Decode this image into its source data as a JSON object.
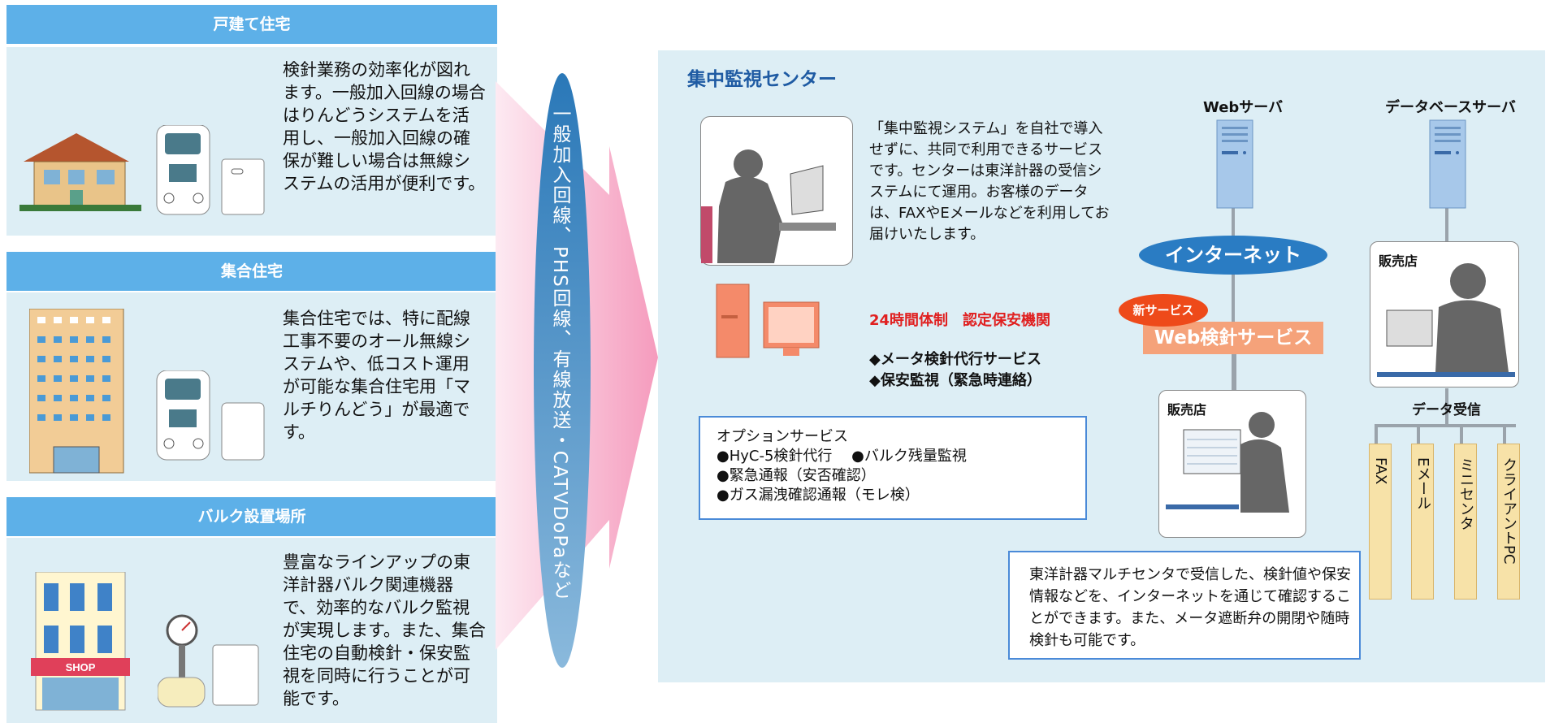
{
  "left_panel": {
    "sections": [
      {
        "title": "戸建て住宅",
        "text": "検針業務の効率化が図れます。一般加入回線の場合はりんどうシステムを活用し、一般加入回線の確保が難しい場合は無線システムの活用が便利です。"
      },
      {
        "title": "集合住宅",
        "text": "集合住宅では、特に配線工事不要のオール無線システムや、低コスト運用が可能な集合住宅用「マルチりんどう」が最適です。"
      },
      {
        "title": "バルク設置場所",
        "text": "豊富なラインアップの東洋計器バルク関連機器で、効率的なバルク監視が実現します。また、集合住宅の自動検針・保安監視を同時に行うことが可能です。"
      }
    ],
    "shop_sign": "SHOP"
  },
  "connection_label": "一般加入回線、PHS回線、有線放送・CATVDoPaなど",
  "center": {
    "title": "集中監視センター",
    "description": "「集中監視システム」を自社で導入せずに、共同で利用できるサービスです。センターは東洋計器の受信システムにて運用。お客様のデータは、FAXやEメールなどを利用してお届けいたします。",
    "badge_line": "24時間体制　認定保安機関",
    "services": [
      "◆メータ検針代行サービス",
      "◆保安監視（緊急時連絡）"
    ],
    "options": {
      "heading": "オプションサービス",
      "items": [
        "●HyC-5検針代行　 ●バルク残量監視",
        "●緊急通報（安否確認）",
        "●ガス漏洩確認通報（モレ検）"
      ]
    },
    "web_server": "Webサーバ",
    "db_server": "データベースサーバ",
    "internet": "インターネット",
    "new_service": "新サービス",
    "web_service": "Web検針サービス",
    "shop_label_1": "販売店",
    "shop_label_2": "販売店",
    "data_receive": "データ受信",
    "outputs": [
      "FAX",
      "Eメール",
      "ミニセンタ",
      "クライアントPC"
    ],
    "bottom_note": "東洋計器マルチセンタで受信した、検針値や保安情報などを、インターネットを通じて確認することができます。また、メータ遮断弁の開閉や随時検針も可能です。"
  },
  "colors": {
    "header_blue": "#5db0e8",
    "panel_bg": "#ddeef5",
    "title_blue": "#1f5ba3",
    "accent_red": "#e02020",
    "arrow_pink": "#f7a8c6"
  }
}
